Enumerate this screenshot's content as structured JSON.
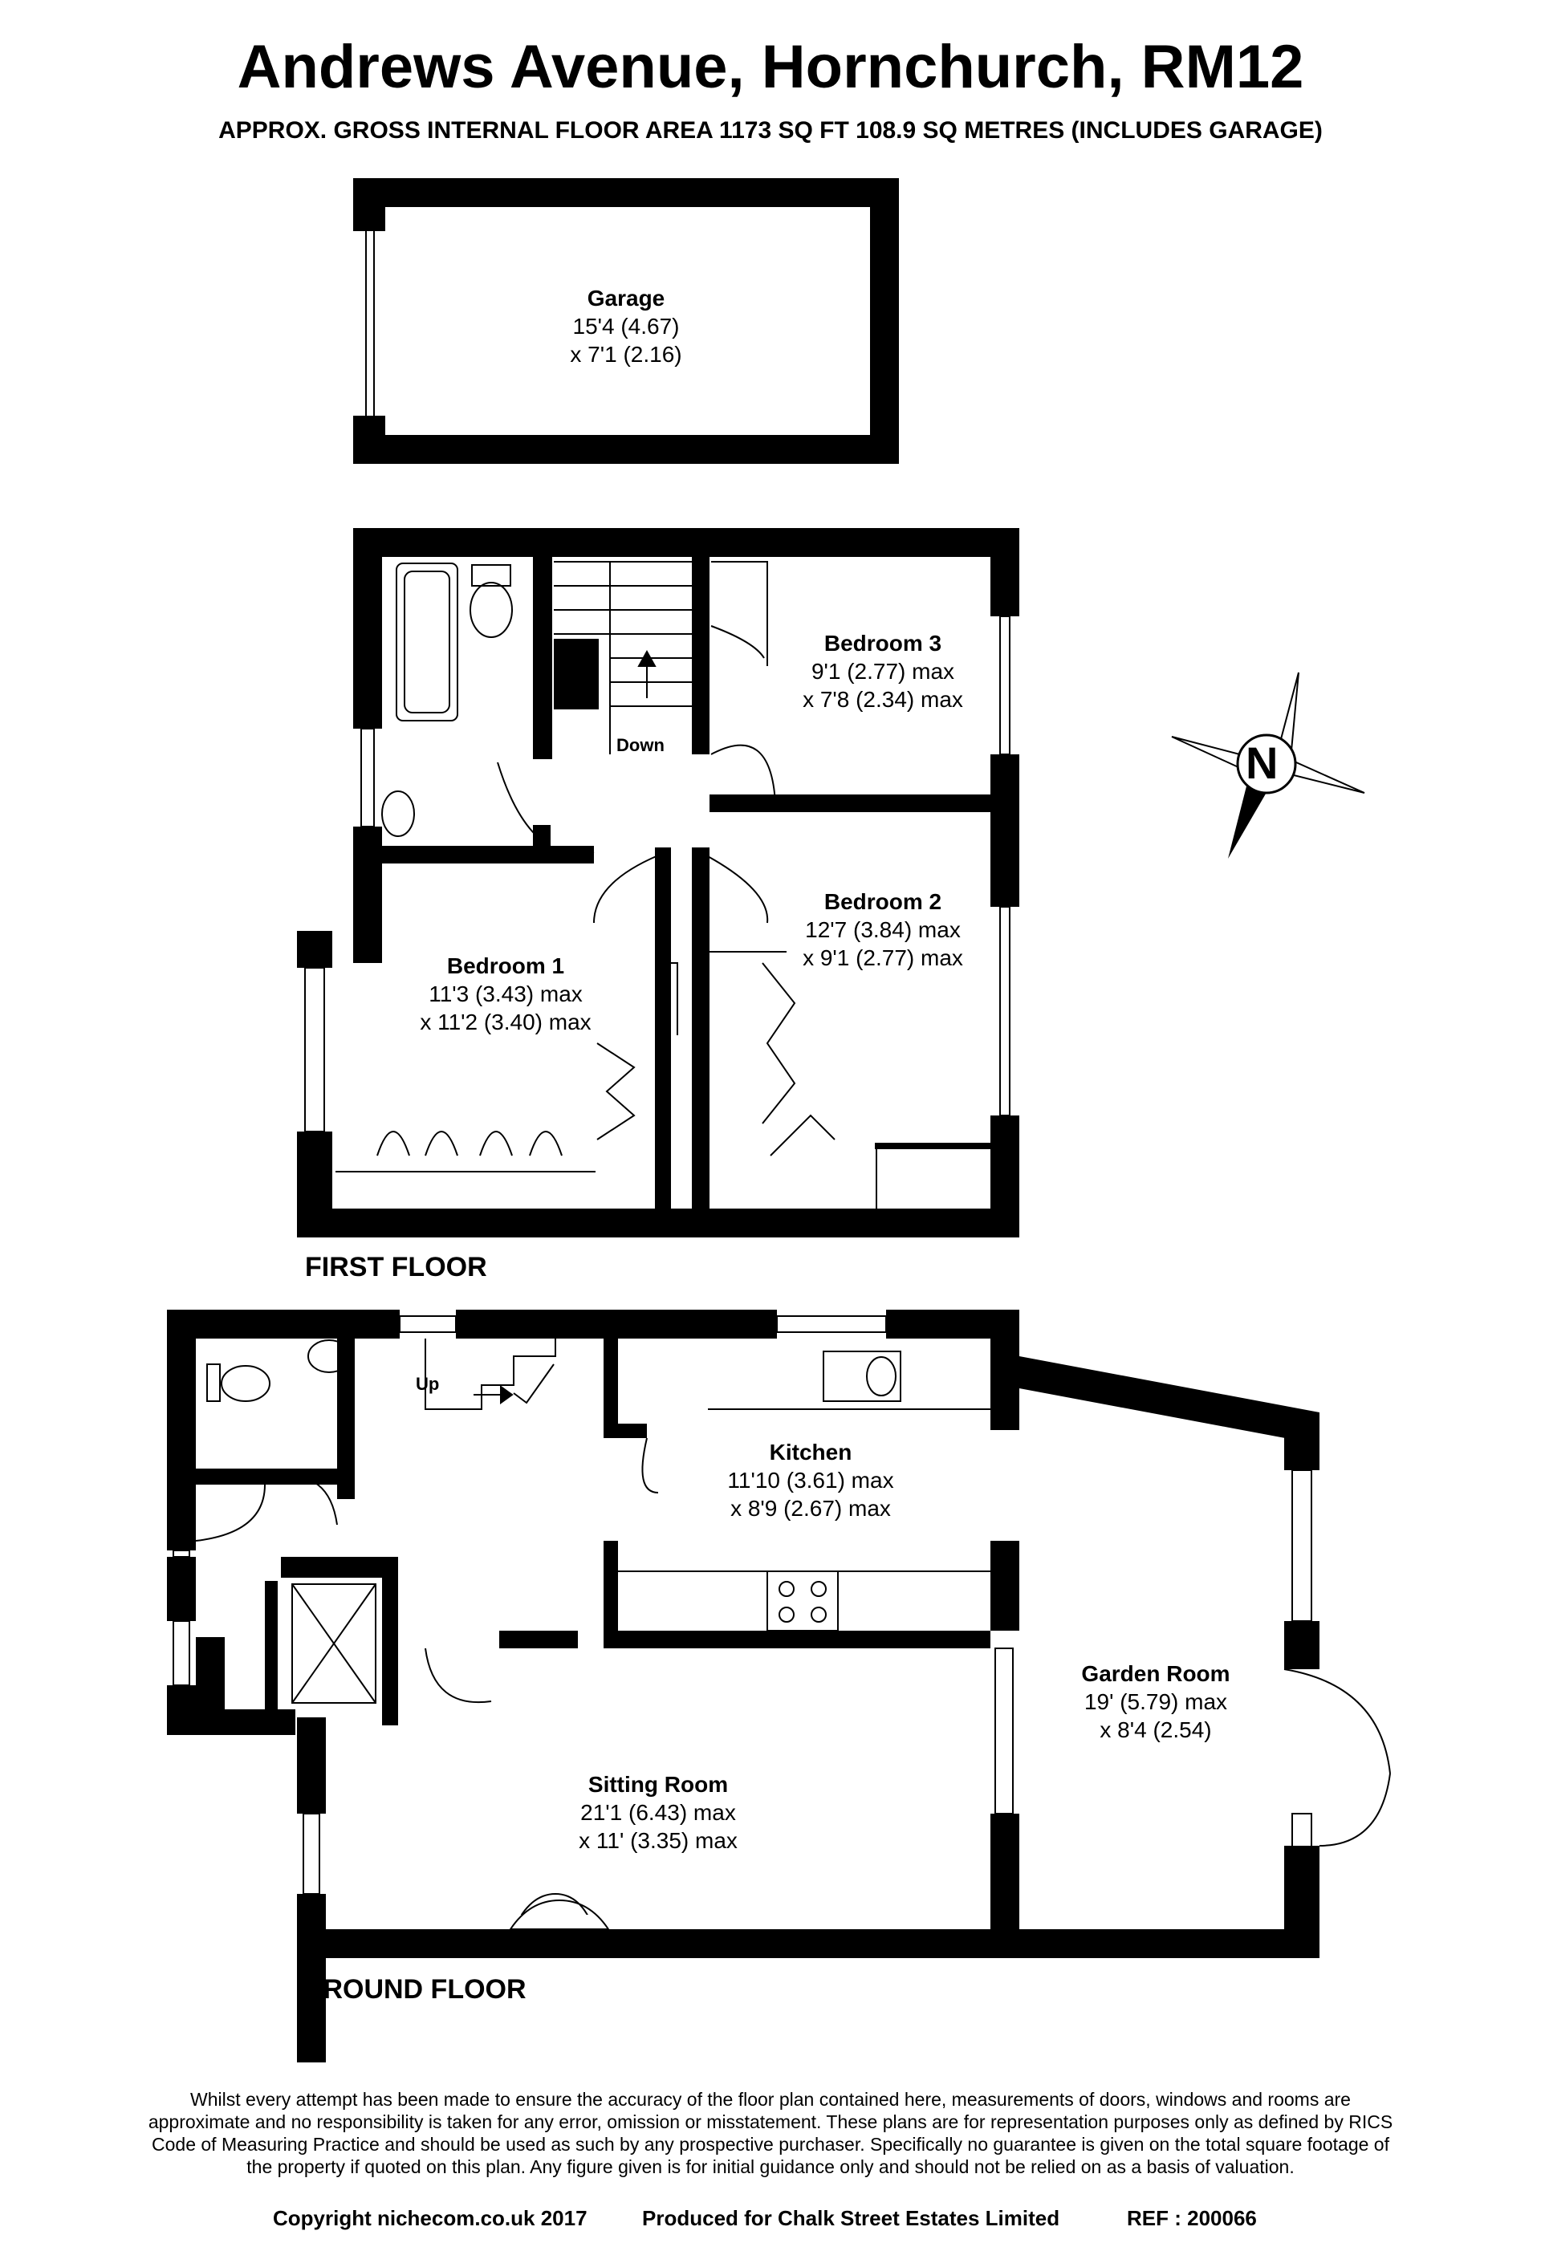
{
  "header": {
    "title": "Andrews Avenue, Hornchurch, RM12",
    "subtitle": "APPROX. GROSS INTERNAL FLOOR AREA 1173 SQ FT 108.9 SQ METRES (INCLUDES GARAGE)"
  },
  "floors": {
    "first": "FIRST FLOOR",
    "ground": "GROUND FLOOR"
  },
  "rooms": {
    "garage": {
      "name": "Garage",
      "dim1": "15'4 (4.67)",
      "dim2": "x 7'1 (2.16)"
    },
    "bedroom3": {
      "name": "Bedroom 3",
      "dim1": "9'1 (2.77) max",
      "dim2": "x 7'8 (2.34) max"
    },
    "bedroom2": {
      "name": "Bedroom 2",
      "dim1": "12'7 (3.84) max",
      "dim2": "x 9'1 (2.77) max"
    },
    "bedroom1": {
      "name": "Bedroom 1",
      "dim1": "11'3 (3.43) max",
      "dim2": "x 11'2 (3.40) max"
    },
    "kitchen": {
      "name": "Kitchen",
      "dim1": "11'10 (3.61) max",
      "dim2": "x 8'9 (2.67) max"
    },
    "garden_room": {
      "name": "Garden Room",
      "dim1": "19' (5.79) max",
      "dim2": "x 8'4 (2.54)"
    },
    "sitting_room": {
      "name": "Sitting Room",
      "dim1": "21'1 (6.43) max",
      "dim2": "x 11' (3.35) max"
    }
  },
  "stairs": {
    "down": "Down",
    "up": "Up"
  },
  "compass": {
    "letter": "N"
  },
  "disclaimer": "Whilst every attempt has been made to ensure the accuracy of the floor plan contained here, measurements of doors, windows and rooms are approximate and no responsibility is taken for any error, omission or misstatement. These plans are for representation purposes only as defined by RICS Code of Measuring Practice and should be used as such by any prospective purchaser. Specifically no guarantee is given on the total square footage of the property if quoted on this plan. Any figure given is for initial guidance only and should not be relied on as a basis of valuation.",
  "footer": {
    "copyright": "Copyright nichecom.co.uk 2017",
    "produced": "Produced for Chalk Street Estates Limited",
    "ref": "REF : 200066"
  },
  "colors": {
    "wall": "#000000",
    "background": "#ffffff",
    "compass_fill": "#000000"
  }
}
